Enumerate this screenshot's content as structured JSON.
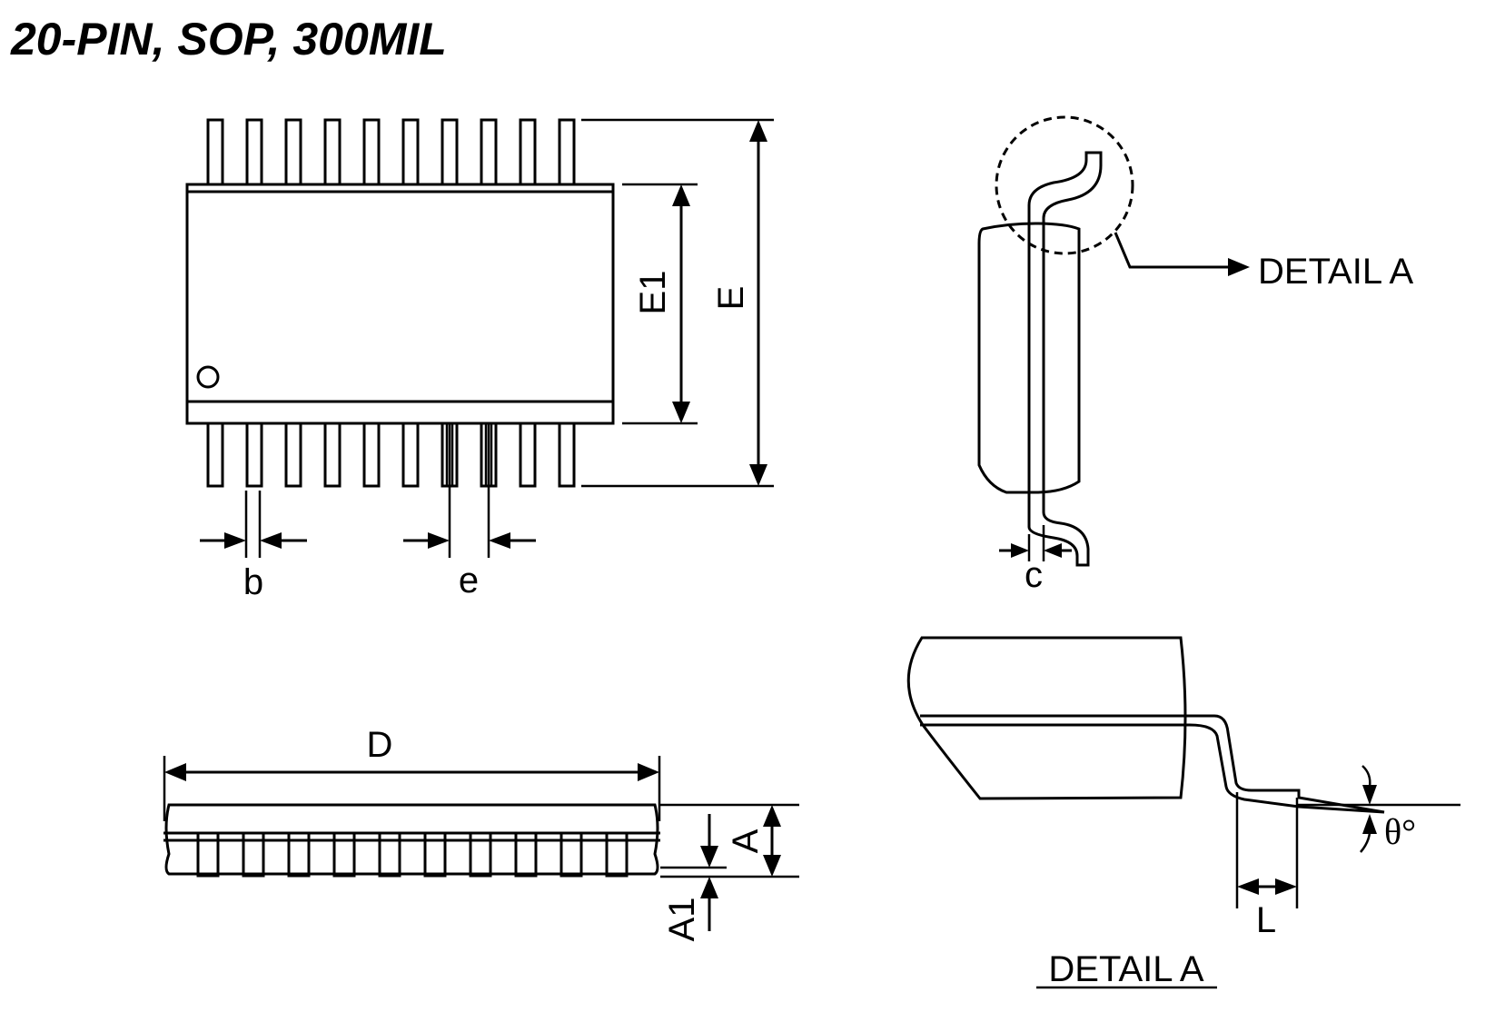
{
  "title": "20-PIN, SOP, 300MIL",
  "labels": {
    "E1": "E1",
    "E": "E",
    "b": "b",
    "e": "e",
    "c": "c",
    "detail_callout": "DETAIL A",
    "D": "D",
    "A": "A",
    "A1": "A1",
    "L": "L",
    "theta": "θ°",
    "detail_caption": "DETAIL A"
  }
}
